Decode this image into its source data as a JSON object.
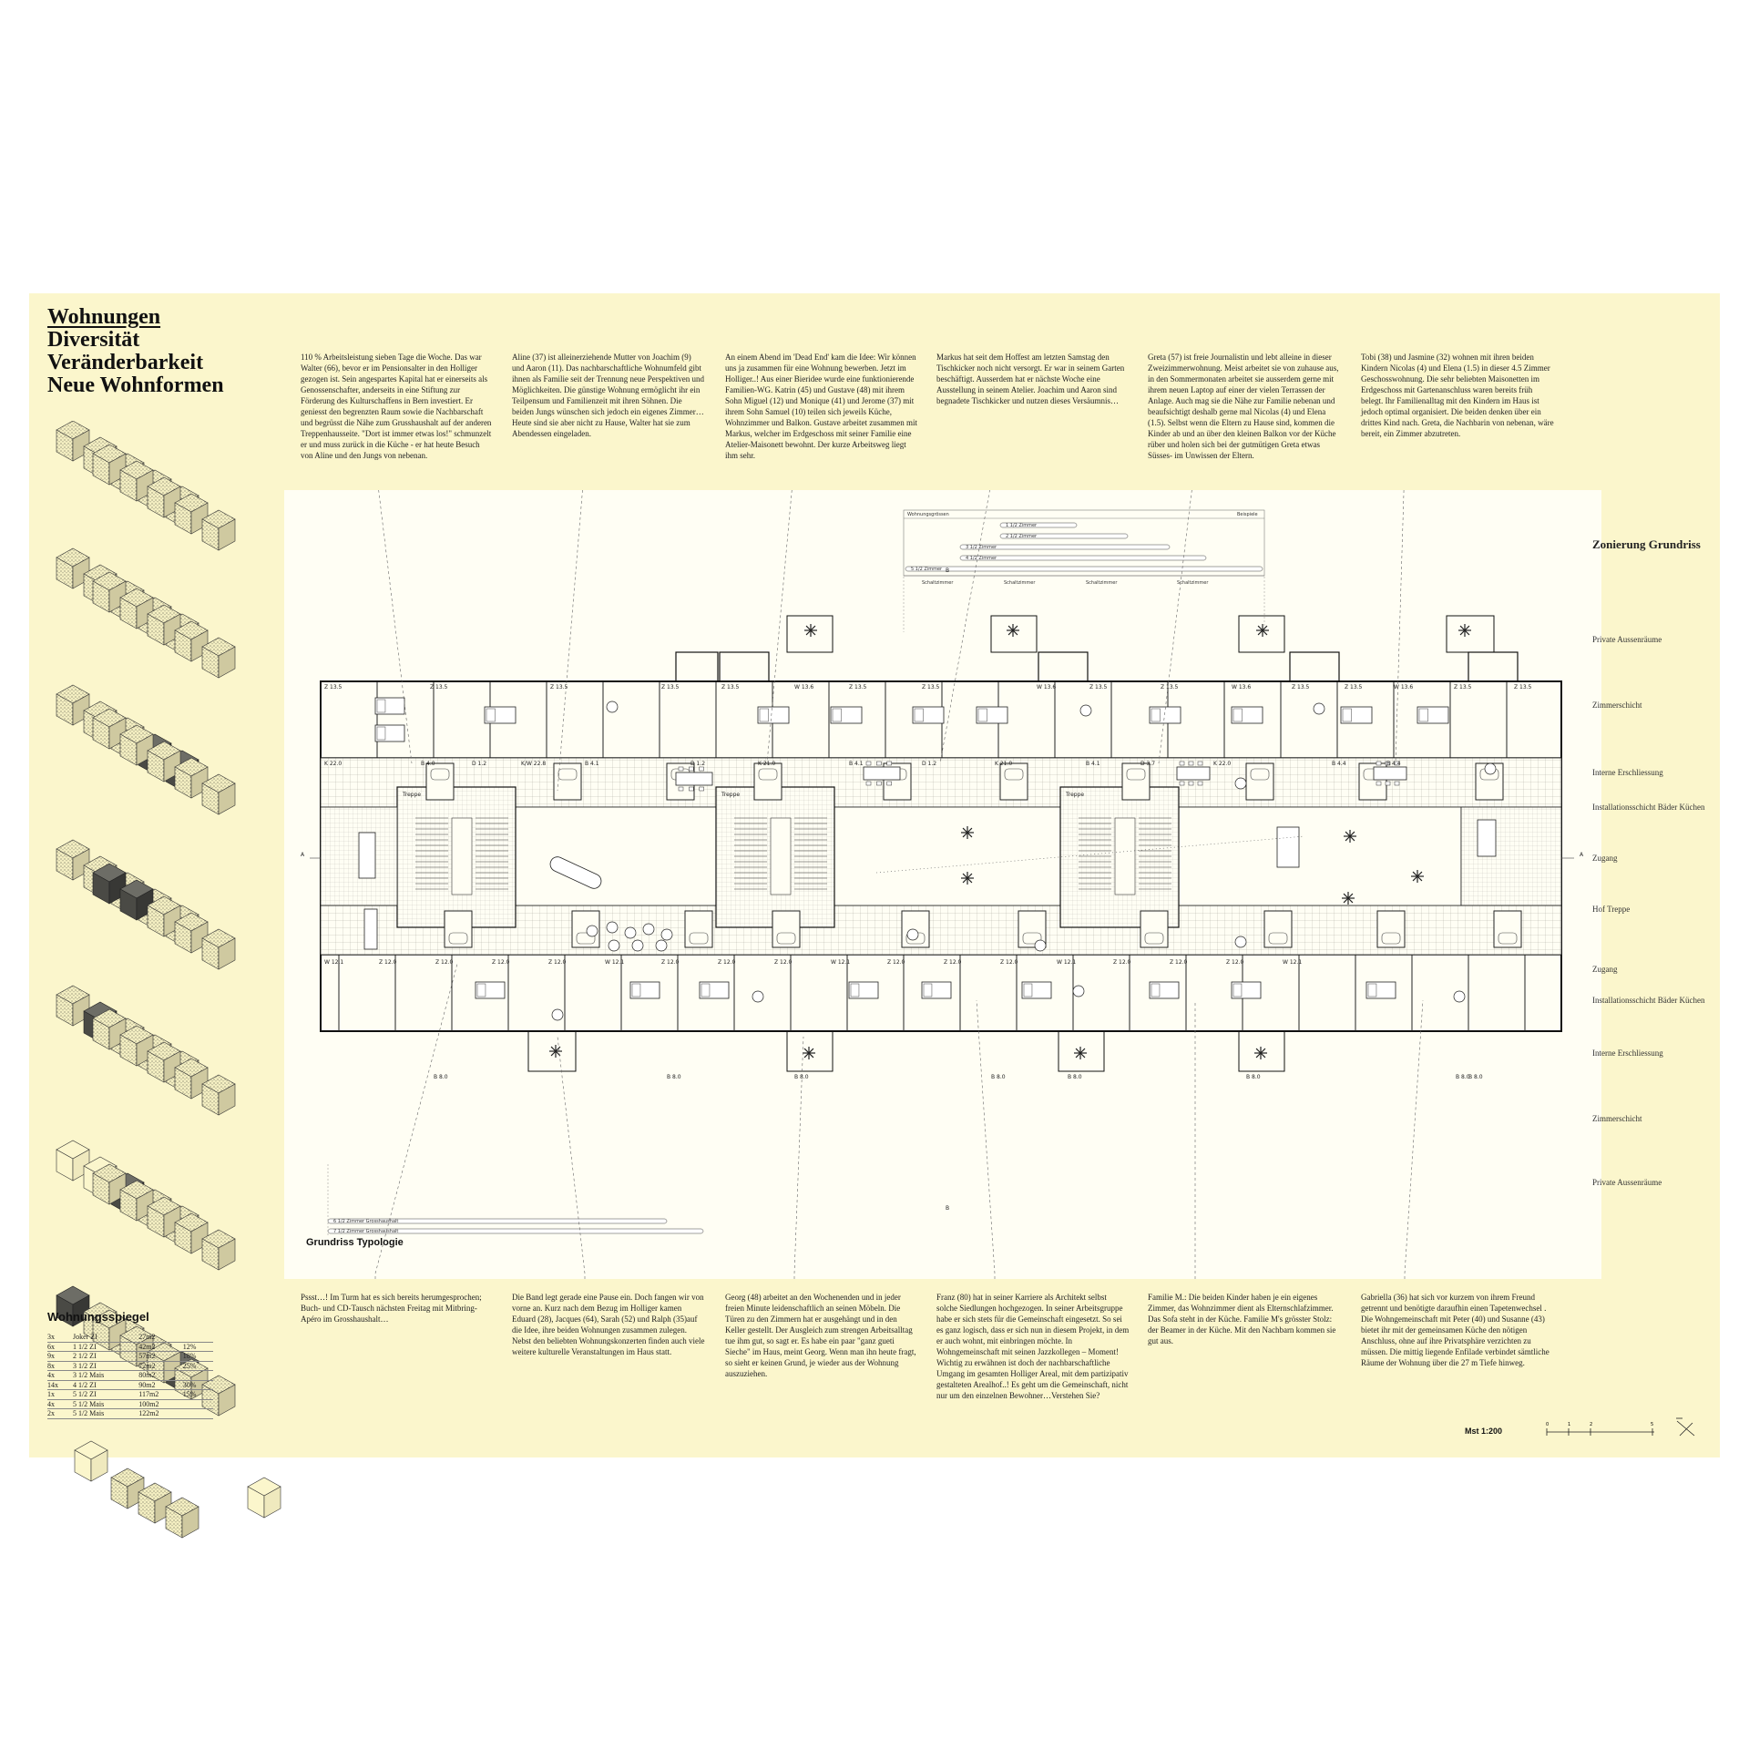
{
  "title": {
    "lines": [
      "Wohnungen",
      "Diversität",
      "Veränderbarkeit",
      "Neue Wohnformen"
    ]
  },
  "stories_top": [
    "110 % Arbeitsleistung sieben Tage die Woche. Das war Walter (66), bevor er im Pensionsalter in den Holliger gezogen ist. Sein angespartes Kapital hat er einerseits als Genossenschafter, anderseits in eine Stiftung zur Förderung des Kulturschaffens in Bern investiert. Er geniesst den begrenzten Raum sowie die Nachbarschaft und begrüsst die Nähe zum Grusshaushalt auf der anderen Treppenhausseite. \"Dort ist immer etwas los!\" schmunzelt er und muss zurück in die Küche - er hat heute Besuch von Aline und den Jungs von nebenan.",
    "Aline (37) ist alleinerziehende Mutter von Joachim (9) und Aaron (11). Das nachbarschaftliche Wohnumfeld gibt ihnen als Familie seit der Trennung neue Perspektiven und Möglichkeiten. Die günstige Wohnung ermöglicht ihr ein Teilpensum und Familienzeit mit ihren Söhnen. Die beiden Jungs wünschen sich jedoch ein eigenes Zimmer… Heute sind sie aber nicht zu Hause, Walter hat sie zum Abendessen eingeladen.",
    "An einem Abend im 'Dead End' kam die Idee: Wir können uns ja zusammen für eine Wohnung bewerben. Jetzt im Holliger..! Aus einer Bieridee wurde eine funktionierende Familien-WG. Katrin (45) und Gustave (48) mit ihrem Sohn Miguel (12) und Monique (41) und Jerome (37) mit ihrem Sohn Samuel (10) teilen sich jeweils Küche, Wohnzimmer und Balkon. Gustave arbeitet zusammen mit Markus, welcher im Erdgeschoss mit seiner Familie eine Atelier-Maisonett bewohnt. Der kurze Arbeitsweg liegt ihm sehr.",
    "Markus hat seit dem Hoffest am letzten Samstag den Tischkicker noch nicht versorgt. Er war in seinem Garten beschäftigt. Ausserdem hat er nächste Woche eine Ausstellung in seinem Atelier. Joachim und Aaron sind begnadete Tischkicker und nutzen dieses Versäumnis…",
    "Greta (57) ist freie Journalistin und lebt alleine in dieser Zweizimmerwohnung. Meist arbeitet sie von zuhause aus, in den Sommermonaten arbeitet sie ausserdem gerne mit ihrem neuen Laptop auf einer der vielen Terrassen der Anlage. Auch mag sie die Nähe zur Familie nebenan und beaufsichtigt deshalb gerne mal Nicolas (4) und Elena (1.5). Selbst wenn die Eltern zu Hause sind, kommen die Kinder ab und an über den kleinen Balkon vor der Küche rüber und holen sich bei der gutmütigen Greta etwas Süsses- im Unwissen der Eltern.",
    "Tobi (38) und Jasmine (32) wohnen mit ihren beiden Kindern Nicolas (4) und Elena (1.5) in dieser 4.5 Zimmer Geschosswohnung. Die sehr beliebten Maisonetten im Erdgeschoss mit Gartenanschluss waren bereits früh belegt. Ihr Familienalltag mit den Kindern im Haus ist jedoch optimal organisiert. Die beiden denken über ein drittes Kind nach. Greta, die Nachbarin von nebenan, wäre bereit, ein Zimmer abzutreten."
  ],
  "stories_bottom": [
    "Pssst…! Im Turm hat es sich bereits herumgesprochen; Buch- und CD-Tausch nächsten Freitag mit Mitbring-Apéro im Grosshaushalt…",
    "Die Band legt gerade eine Pause ein. Doch fangen wir von vorne an. Kurz nach dem Bezug im Holliger kamen Eduard (28), Jacques (64), Sarah (52) und Ralph (35)auf die Idee, ihre beiden Wohnungen zusammen zulegen. Nebst den beliebten Wohnungskonzerten finden auch viele weitere kulturelle Veranstaltungen im Haus statt.",
    "Georg (48) arbeitet an den Wochenenden und in jeder freien Minute leidenschaftlich an seinen Möbeln. Die Türen zu den Zimmern hat er ausgehängt und in den Keller gestellt. Der Ausgleich zum strengen Arbeitsalltag tue ihm gut, so sagt er. Es habe ein paar \"ganz gueti Sieche\" im Haus, meint Georg. Wenn man ihn heute fragt, so sieht er keinen Grund, je wieder aus der Wohnung auszuziehen.",
    "Franz (80) hat in seiner Karriere als Architekt selbst solche Siedlungen hochgezogen. In seiner Arbeitsgruppe habe er sich stets für die Gemeinschaft eingesetzt. So sei es ganz logisch, dass er sich nun in diesem Projekt, in dem er auch wohnt, mit einbringen möchte. In Wohngemeinschaft mit seinen Jazzkollegen – Moment! Wichtig zu erwähnen ist doch der nachbarschaftliche Umgang im gesamten Holliger Areal, mit dem partizipativ gestalteten Arealhof..! Es geht um die Gemeinschaft, nicht nur um den einzelnen Bewohner…Verstehen Sie?",
    "Familie M.: Die beiden Kinder haben je ein eigenes Zimmer, das Wohnzimmer dient als Elternschlafzimmer. Das Sofa steht in der Küche. Familie M's grösster Stolz: der Beamer in der Küche. Mit den Nachbarn kommen sie gut aus.",
    "Gabriella (36) hat sich vor kurzem von ihrem Freund getrennt und benötigte daraufhin einen Tapetenwechsel . Die Wohngemeinschaft mit Peter (40) und Susanne (43) bietet ihr mit der gemeinsamen Küche den nötigen Anschluss, ohne auf ihre Privatsphäre verzichten zu müssen. Die mittig liegende Enfilade verbindet sämtliche Räume der Wohnung über die 27 m Tiefe hinweg."
  ],
  "plan": {
    "label": "Grundriss Typologie",
    "section_marks": [
      "A",
      "A",
      "B",
      "B"
    ],
    "legend_top": [
      "Wohnungsgrössen",
      "Beispiele",
      "1 1/2 Zimmer",
      "2 1/2 Zimmer",
      "3 1/2 Zimmer",
      "4 1/2 Zimmer",
      "5 1/2 Zimmer",
      "Schaltzimmer",
      "Schaltzimmer",
      "Schaltzimmer",
      "Schaltzimmer"
    ],
    "legend_bottom": [
      "6 1/2 Zimmer Grosshaushalt",
      "7 1/2 Zimmer Grosshaushalt"
    ],
    "room_labels_top": [
      "Z 13.5",
      "Z 13.5",
      "Z 13.5",
      "Z 13.5",
      "Z 13.5",
      "W 13.6",
      "Z 13.5",
      "Z 13.5",
      "W 13.6",
      "Z 13.5",
      "Z 13.5",
      "W 13.6",
      "Z 13.5",
      "Z 13.5",
      "W 13.6",
      "Z 13.5",
      "Z 13.5"
    ],
    "room_labels_bottom": [
      "W 12.1",
      "Z 12.0",
      "Z 12.0",
      "Z 12.0",
      "Z 12.0",
      "W 12.1",
      "Z 12.0",
      "Z 12.0",
      "Z 12.0",
      "W 12.1",
      "Z 12.0",
      "Z 12.0",
      "Z 12.0",
      "W 12.1",
      "Z 12.0",
      "Z 12.0",
      "Z 12.0",
      "W 12.1"
    ],
    "room_labels_mid": [
      "K 22.0",
      "B 4.0",
      "D 1.2",
      "K/W 22.8",
      "B 4.1",
      "D 1.2",
      "K 21.0",
      "B 4.1",
      "D 1.2",
      "K 21.0",
      "B 4.1",
      "D 3.7",
      "K 22.0",
      "B 4.4",
      "B 4.4"
    ],
    "room_labels_core": [
      "Treppe",
      "Treppe",
      "Treppe"
    ],
    "room_labels_balcony": [
      "B 8.0",
      "B 8.0",
      "B 8.0",
      "B 8.0",
      "B 8.0",
      "B 8.0",
      "B 8.0",
      "B 8.0"
    ]
  },
  "zonierung": {
    "title": "Zonierung Grundriss",
    "items": [
      "Private Aussenräume",
      "Zimmerschicht",
      "Interne Erschliessung",
      "Installationsschicht Bäder Küchen",
      "Zugang",
      "Hof Treppe",
      "Zugang",
      "Installationsschicht Bäder Küchen",
      "Interne Erschliessung",
      "Zimmerschicht",
      "Private Aussenräume"
    ]
  },
  "wohnungsspiegel": {
    "title": "Wohnungsspiegel",
    "rows": [
      [
        "3x",
        "Joker ZI",
        "27m2",
        ""
      ],
      [
        "6x",
        "1 1/2 ZI",
        "42m2",
        "12%"
      ],
      [
        "9x",
        "2 1/2 ZI",
        "57m2",
        "18%"
      ],
      [
        "8x",
        "3 1/2 ZI",
        "72m2",
        "25%"
      ],
      [
        "4x",
        "3 1/2 Mais",
        "80m2",
        ""
      ],
      [
        "14x",
        "4 1/2 ZI",
        "90m2",
        "30%"
      ],
      [
        "1x",
        "5 1/2 ZI",
        "117m2",
        "15%"
      ],
      [
        "4x",
        "5 1/2 Mais",
        "100m2",
        ""
      ],
      [
        "2x",
        "5 1/2 Mais",
        "122m2",
        ""
      ]
    ]
  },
  "scale": {
    "label": "Mst 1:200",
    "ticks": [
      "0",
      "1",
      "2",
      "5"
    ]
  },
  "colors": {
    "poster_bg": "#fbf6cc",
    "plan_bg": "#fffef4",
    "ink": "#1a1a1a"
  }
}
